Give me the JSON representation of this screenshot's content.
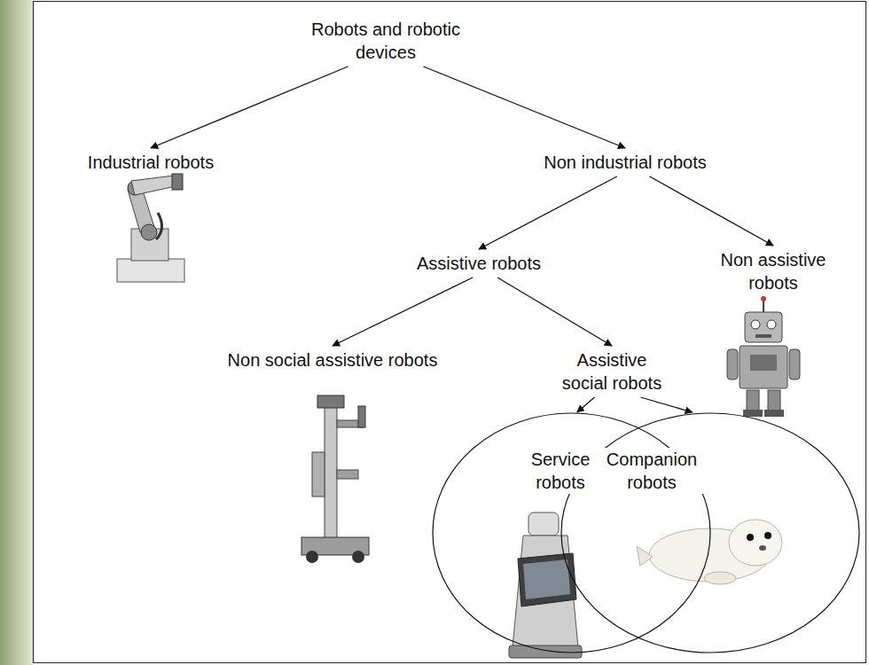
{
  "diagram": {
    "nodes": [
      {
        "text": [
          "Robots and robotic devices"
        ]
      },
      {
        "text": [
          "Industrial robots"
        ]
      },
      {
        "text": [
          "Non industrial robots"
        ]
      },
      {
        "text": [
          "Assistive robots"
        ]
      },
      {
        "text": [
          "Non assistive robots"
        ]
      },
      {
        "text": [
          "Non social assistive robots"
        ]
      },
      {
        "text": [
          "Assistive social robots"
        ]
      },
      {
        "text": [
          "Service robots"
        ]
      },
      {
        "text": [
          "Companion robots"
        ]
      }
    ],
    "edges": [
      {
        "from": 0,
        "to": 1,
        "arrow": "to"
      },
      {
        "from": 0,
        "to": 2,
        "arrow": "to"
      },
      {
        "from": 2,
        "to": 3,
        "arrow": "to"
      },
      {
        "from": 2,
        "to": 4,
        "arrow": "to"
      },
      {
        "from": 3,
        "to": 5,
        "arrow": "to"
      },
      {
        "from": 3,
        "to": 6,
        "arrow": "to"
      },
      {
        "from": 6,
        "to": 7,
        "arrow": "to"
      },
      {
        "from": 6,
        "to": 8,
        "arrow": "to"
      }
    ]
  }
}
